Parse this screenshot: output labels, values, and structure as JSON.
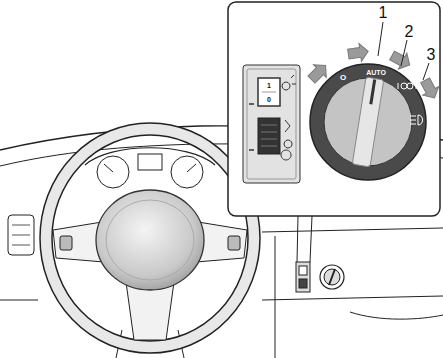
{
  "diagram": {
    "labels": [
      "1",
      "2",
      "3",
      "AUTO",
      "O",
      "1",
      "0"
    ]
  }
}
